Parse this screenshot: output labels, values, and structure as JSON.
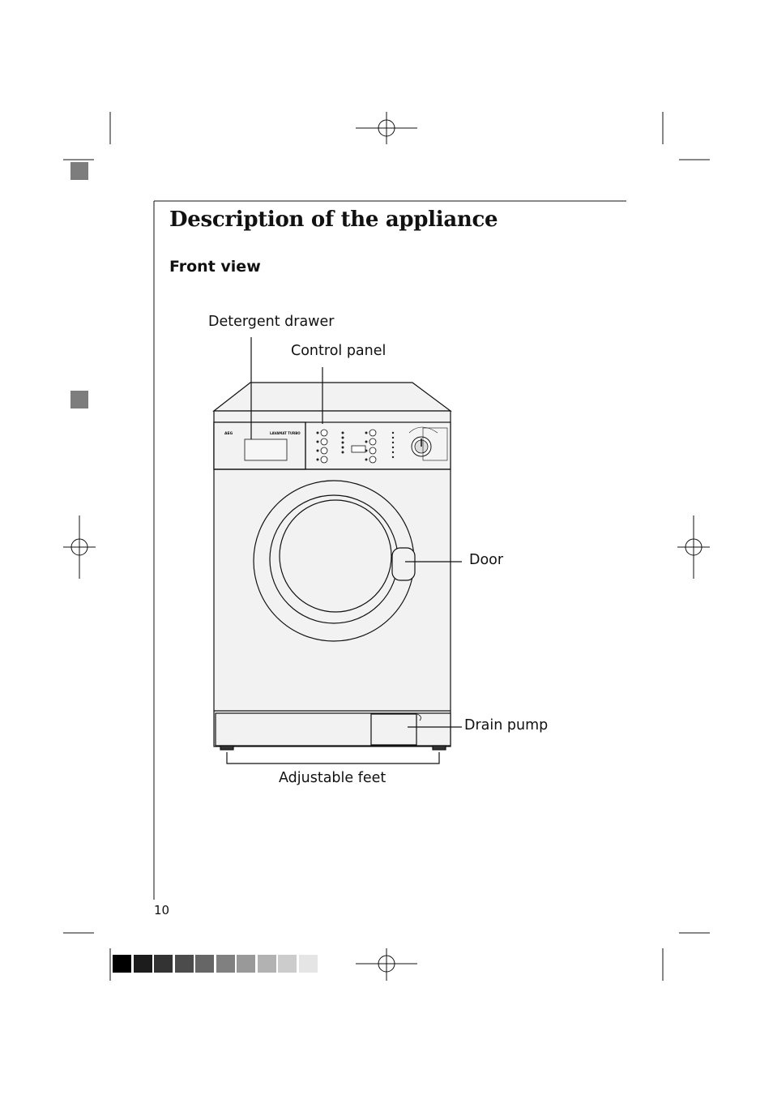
{
  "document": {
    "title": "Description of the appliance",
    "section": "Front view",
    "page_number": "10"
  },
  "callouts": {
    "detergent_drawer": "Detergent drawer",
    "control_panel": "Control panel",
    "door": "Door",
    "drain_pump": "Drain pump",
    "adjustable_feet": "Adjustable feet"
  },
  "appliance_panel": {
    "brand": "AEG",
    "model": "LAVAMAT TURBO"
  },
  "colors": {
    "side_tab": "#7d7d7d",
    "calibration_bar": [
      "#000000",
      "#1c1c1c",
      "#333333",
      "#4c4c4c",
      "#666666",
      "#808080",
      "#999999",
      "#b2b2b2",
      "#cccccc",
      "#e5e5e5"
    ]
  }
}
